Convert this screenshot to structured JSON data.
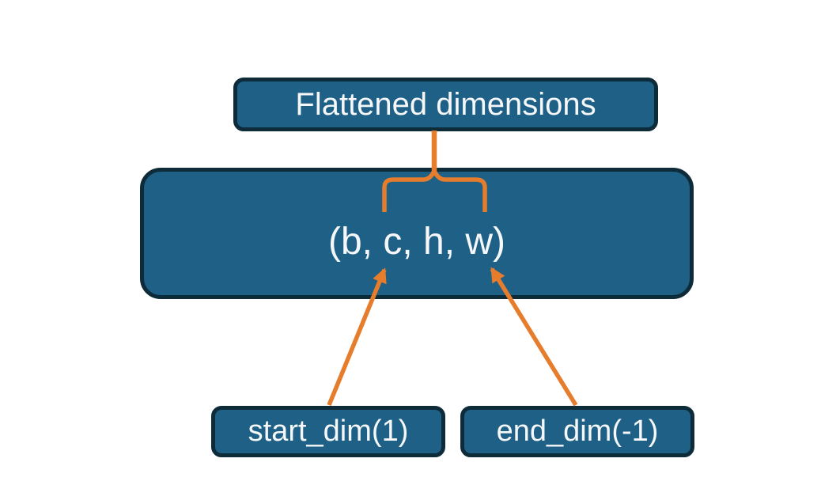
{
  "diagram": {
    "colors": {
      "background": "#ffffff",
      "box_fill": "#1f6087",
      "box_border": "#0d2b38",
      "accent_orange": "#e67d2d",
      "label_text": "#f5f7f8"
    },
    "title_box": {
      "label": "Flattened dimensions"
    },
    "tensor_box": {
      "label": "(b, c, h, w)"
    },
    "start_box": {
      "label": "start_dim(1)"
    },
    "end_box": {
      "label": "end_dim(-1)"
    },
    "connectors": {
      "brace": "brace-over-flattened-dims",
      "start_arrow": "start-dim-points-to-c",
      "end_arrow": "end-dim-points-to-w"
    }
  }
}
